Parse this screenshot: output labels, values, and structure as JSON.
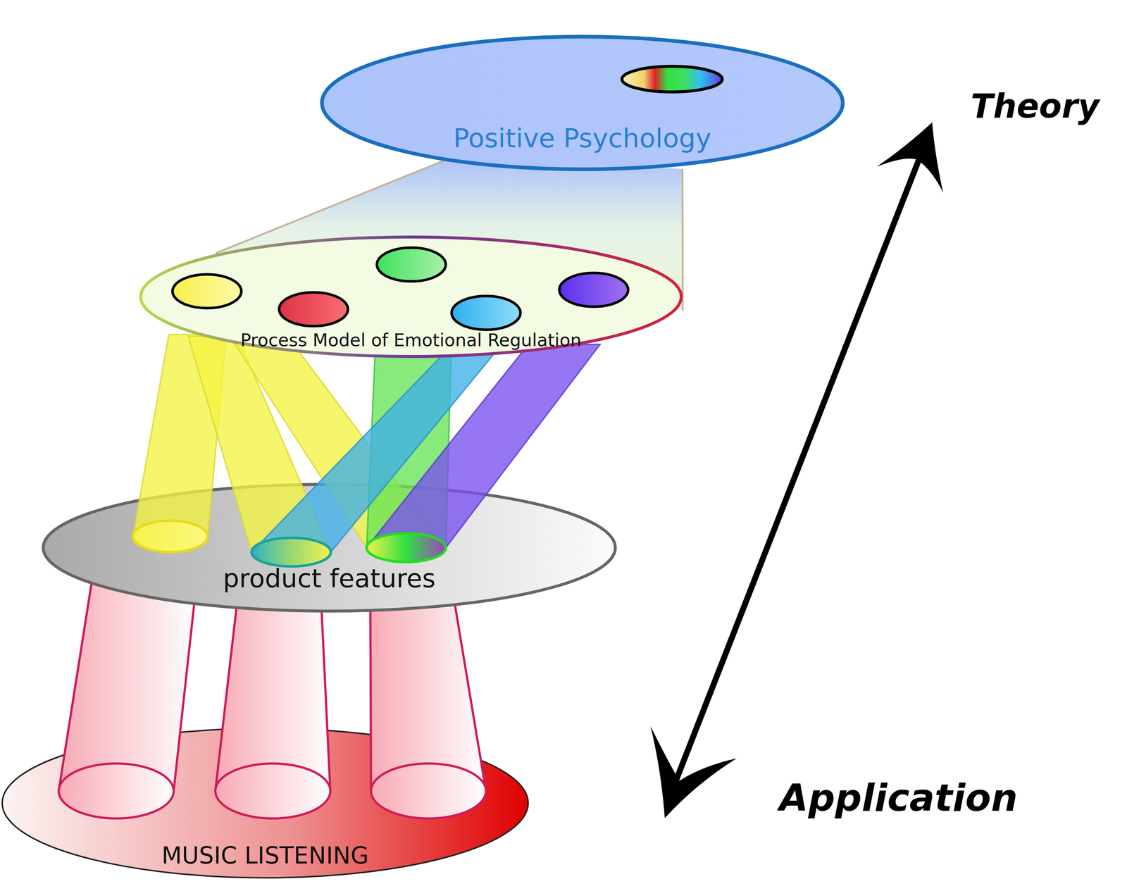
{
  "diagram": {
    "nodes": [
      {
        "text": [
          "Positive Psychology"
        ]
      },
      {
        "text": [
          "Process Model of Emotional Regulation"
        ]
      },
      {
        "text": [
          "product features"
        ]
      },
      {
        "text": [
          "MUSIC LISTENING"
        ]
      }
    ],
    "edges": [
      {
        "from": 0,
        "to": 1,
        "arrow": "none"
      },
      {
        "from": 1,
        "to": 2,
        "arrow": "none"
      },
      {
        "from": 2,
        "to": 3,
        "arrow": "none"
      }
    ],
    "labels": [
      "Theory",
      "Application"
    ]
  }
}
